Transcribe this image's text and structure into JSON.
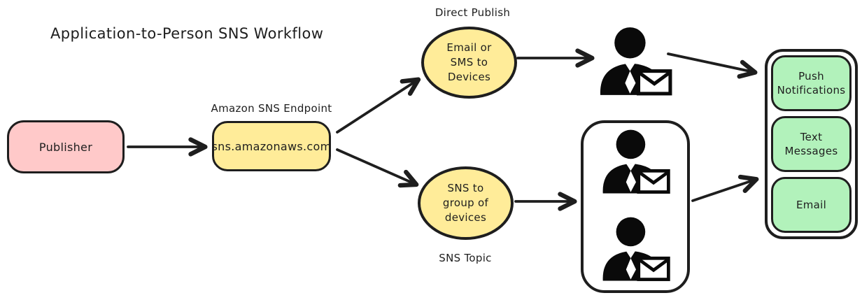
{
  "title": "Application-to-Person SNS Workflow",
  "colors": {
    "publisher_fill": "#ffc9c9",
    "endpoint_fill": "#ffec99",
    "channel_fill": "#b2f2bb",
    "stroke": "#1e1e1e"
  },
  "icons": {
    "subscriber": "user-message-icon"
  },
  "nodes": {
    "publisher": {
      "label": "Publisher"
    },
    "endpoint": {
      "caption": "Amazon SNS Endpoint",
      "label": "sns.amazonaws.com"
    },
    "direct_publish": {
      "caption": "Direct Publish",
      "label": "Email or\nSMS to\nDevices"
    },
    "sns_topic": {
      "caption": "SNS Topic",
      "label": "SNS to\ngroup of\ndevices"
    }
  },
  "channels": [
    {
      "label": "Push\nNotifications"
    },
    {
      "label": "Text\nMessages"
    },
    {
      "label": "Email"
    }
  ]
}
